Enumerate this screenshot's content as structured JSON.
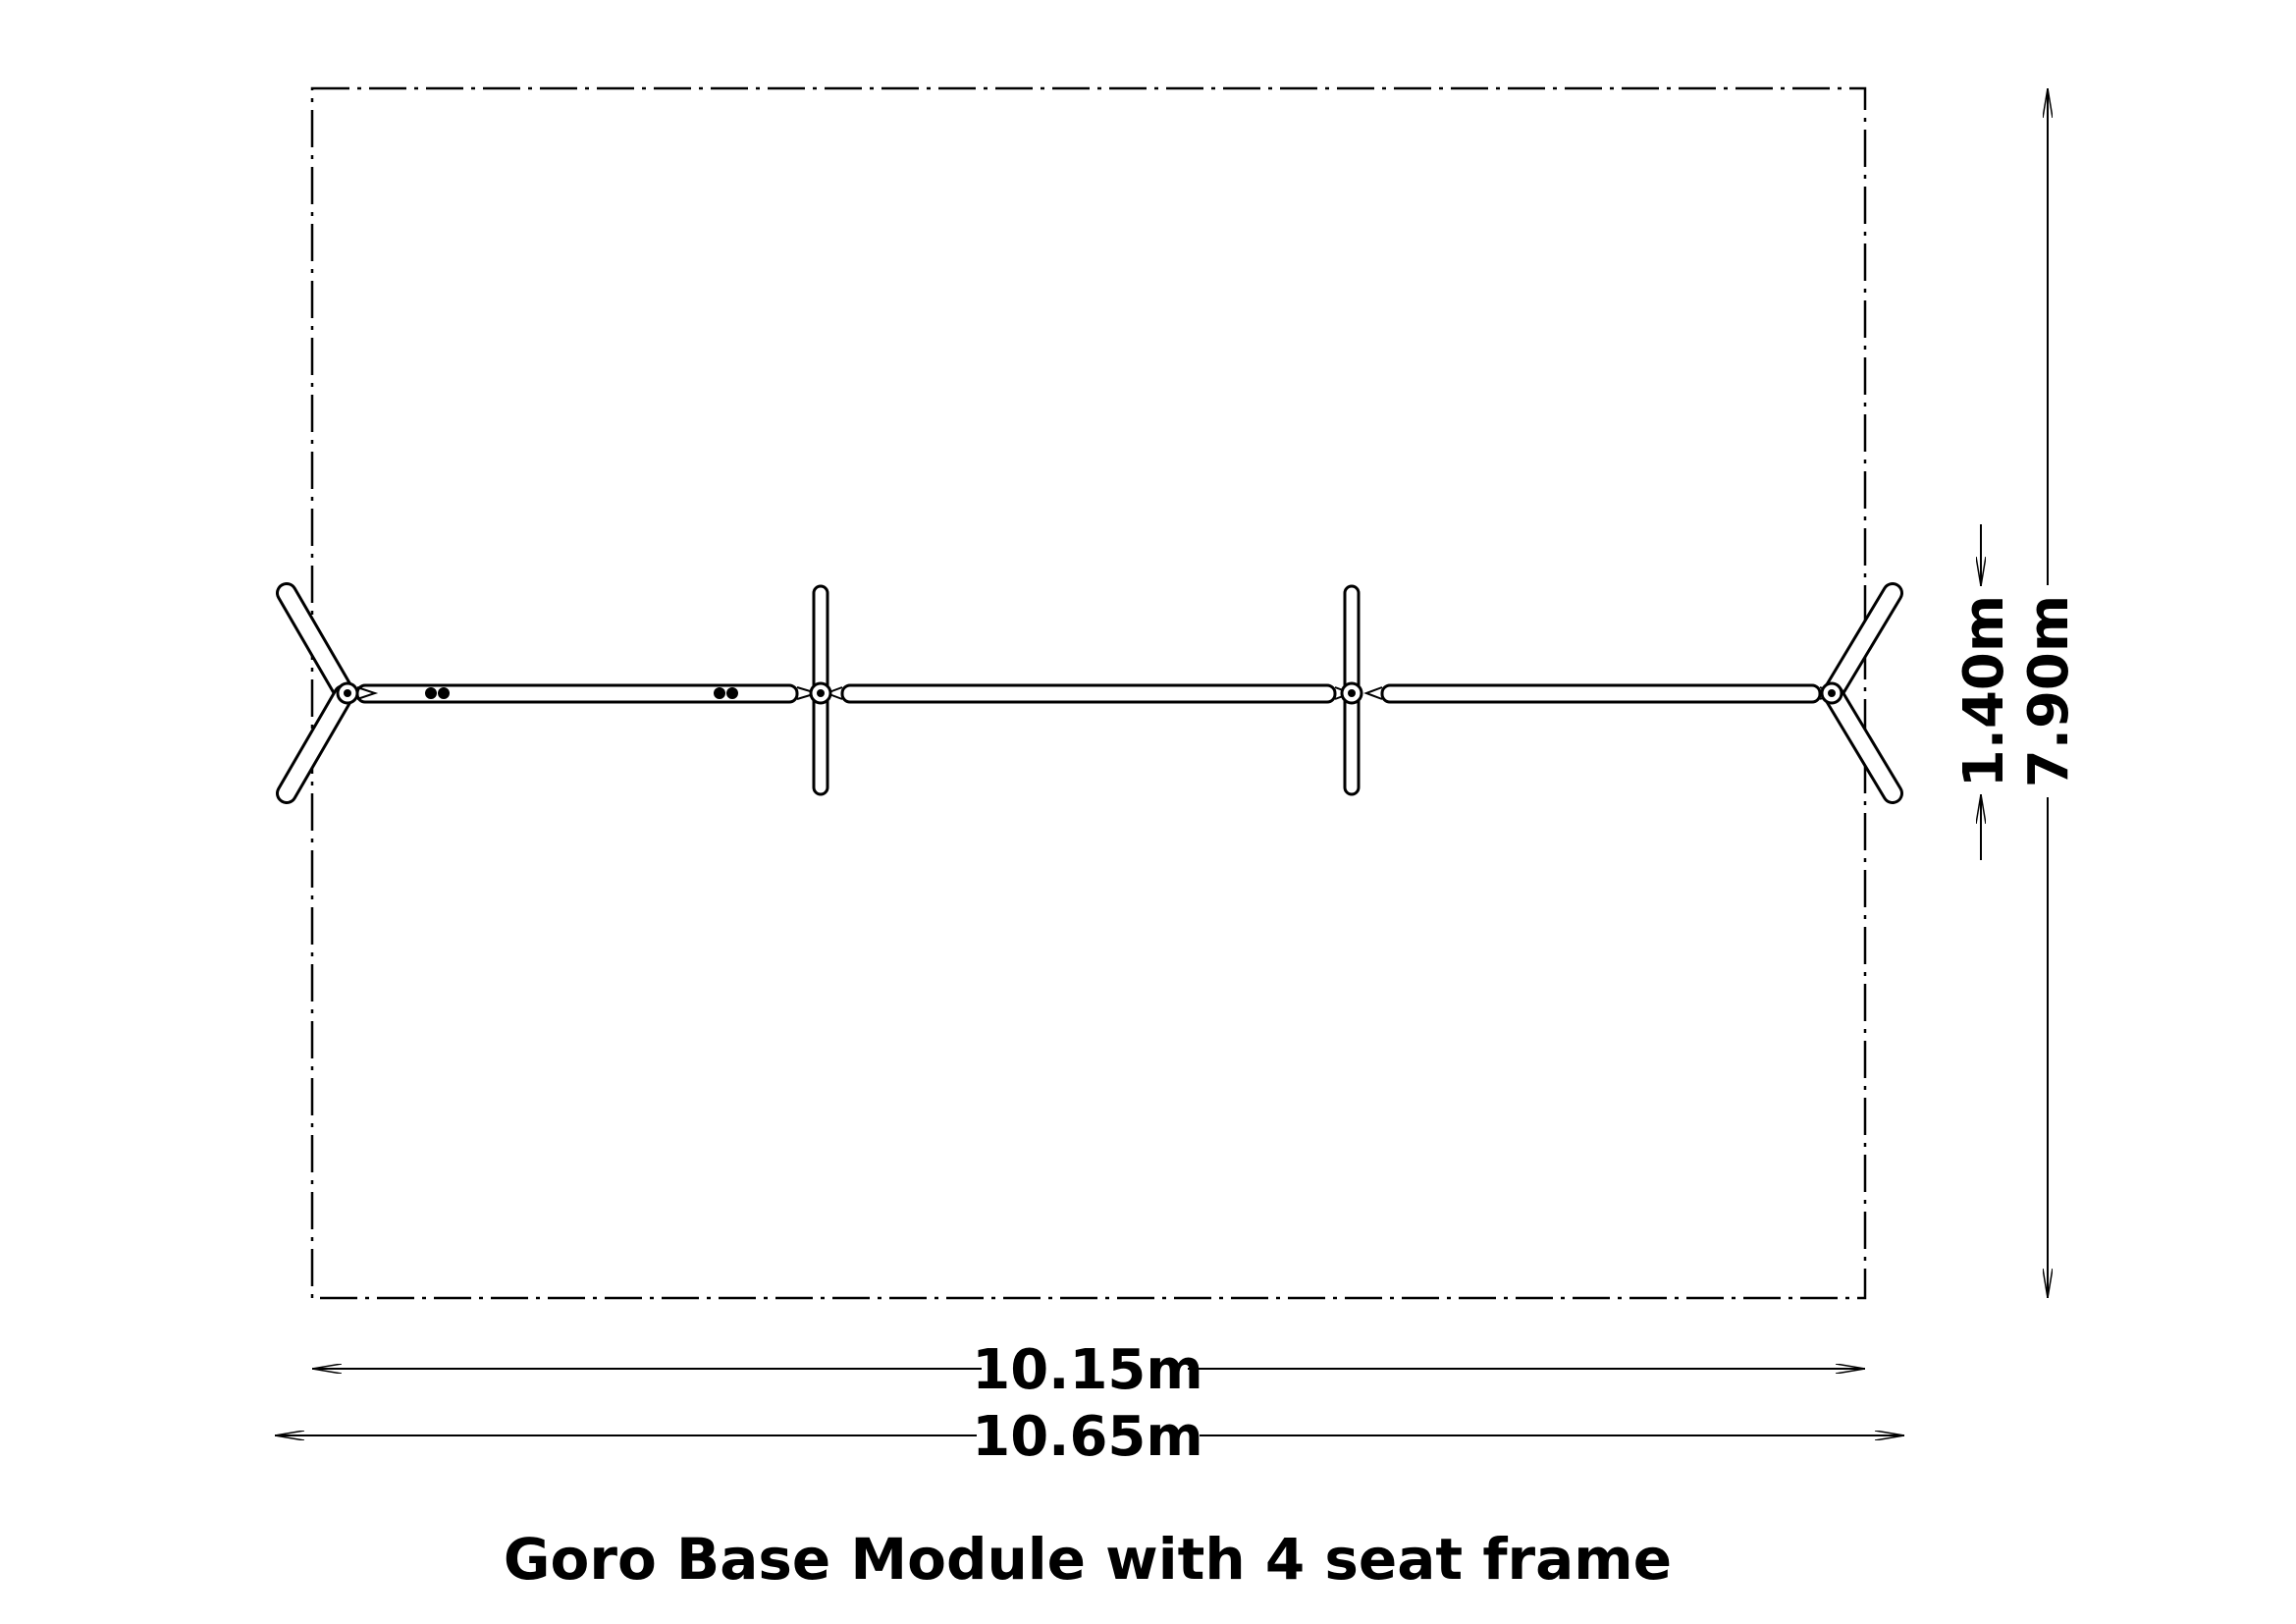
{
  "caption": "Goro Base Module with 4 seat frame",
  "dimensions": {
    "inner_width": "10.15m",
    "outer_width": "10.65m",
    "frame_depth": "1.40m",
    "total_depth": "7.90m"
  }
}
